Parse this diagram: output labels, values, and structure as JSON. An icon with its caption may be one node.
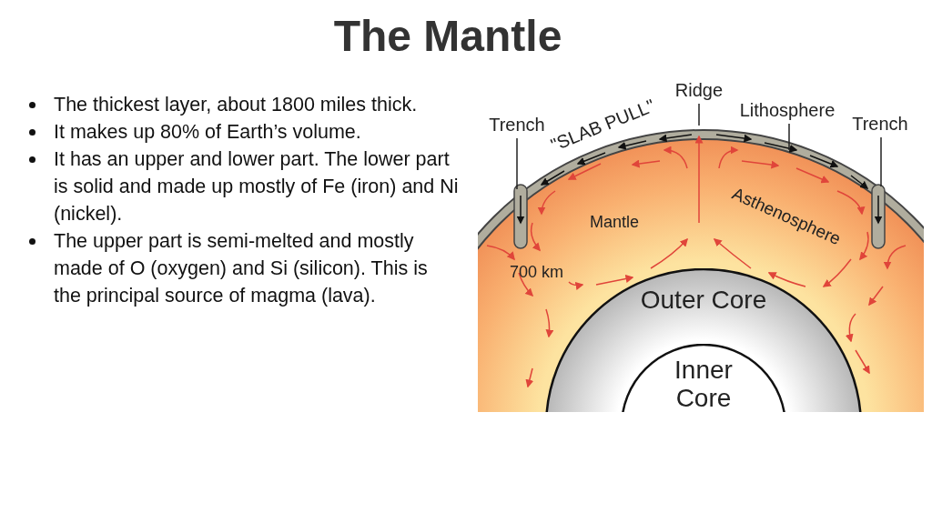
{
  "diagram": {
    "title": "The Mantle",
    "nodes": [
      {
        "text": [
          "Trench"
        ]
      },
      {
        "text": [
          "Ridge"
        ]
      },
      {
        "text": [
          "Lithosphere"
        ]
      },
      {
        "text": [
          "Trench"
        ]
      },
      {
        "text": [
          "Outer Core"
        ]
      },
      {
        "text": [
          "Inner Core"
        ],
        "in": 4
      }
    ],
    "edges": [
      {
        "from": 0,
        "to": null,
        "arrow": "none"
      },
      {
        "from": 1,
        "to": null,
        "arrow": "none"
      },
      {
        "from": 2,
        "to": null,
        "arrow": "none"
      },
      {
        "from": 3,
        "to": null,
        "arrow": "none"
      }
    ],
    "labels": [
      "The thickest layer, about 1800 miles thick.",
      "It makes up 80% of Earth’s volume.",
      "It has an upper and lower part.  The lower part is solid and made up mostly of Fe (iron) and Ni (nickel).",
      "The upper part is semi-melted and mostly made of O (oxygen) and Si (silicon).  This is the principal source of magma (lava).",
      "\"SLAB PULL\"",
      "Asthenosphere",
      "Mantle",
      "700 km"
    ]
  }
}
